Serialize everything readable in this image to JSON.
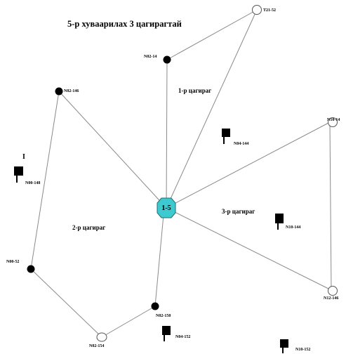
{
  "title": "5-р хуваарилах 3 цагирагтай",
  "hub": {
    "label": "1-5",
    "color": "#3cc9cf"
  },
  "regions": {
    "ring1": "1-р цагираг",
    "ring2": "2-р цагираг",
    "ring3": "3-р цагираг"
  },
  "stray_mark": "I",
  "nodes": {
    "t21_52": "Т21-52",
    "n02_14": "N02-14",
    "n02_146": "N02-146",
    "n10_14": "N10-14",
    "n00_52": "N00-52",
    "n12_146": "N12-146",
    "n02_150": "N02-150",
    "n02_154": "N02-154"
  },
  "symbols": {
    "n04_144": "N04-144",
    "n00_148": "N00-148",
    "n10_144": "N10-144",
    "n04_152": "N04-152",
    "n10_152": "N10-152"
  },
  "colors": {
    "edge": "#8a8a8a",
    "filled_node": "#000000",
    "open_node": "#ffffff"
  }
}
